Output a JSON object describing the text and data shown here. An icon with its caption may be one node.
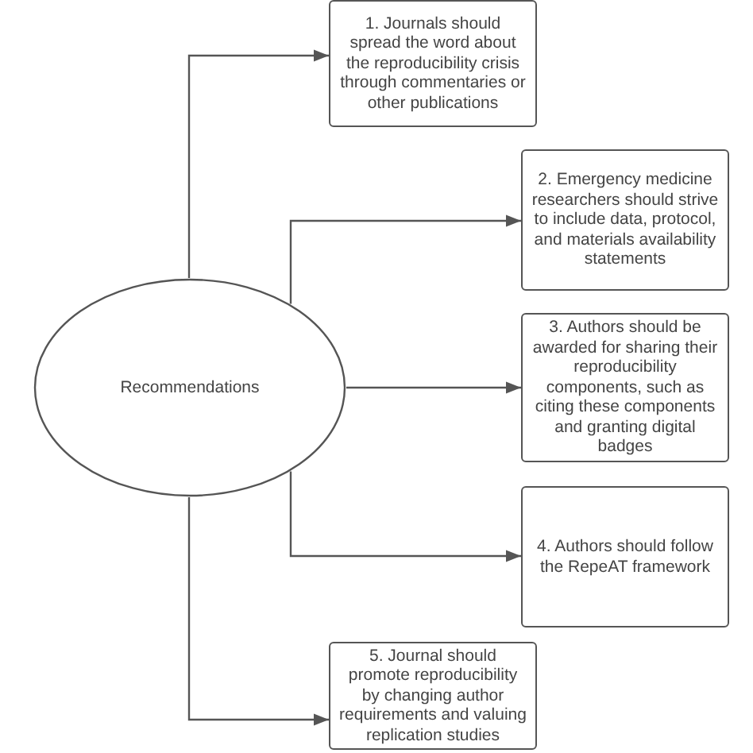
{
  "diagram": {
    "nodes": [
      {
        "text": [
          "Recommendations"
        ]
      },
      {
        "text": [
          "1. Journals should spread the word about the reproducibility crisis through commentaries or other publications"
        ]
      },
      {
        "text": [
          "2. Emergency medicine researchers should strive to include data, protocol, and materials availability statements"
        ]
      },
      {
        "text": [
          "3. Authors should be awarded for sharing their reproducibility components, such as citing these components and granting digital badges"
        ]
      },
      {
        "text": [
          "4. Authors should follow the RepeAT framework"
        ]
      },
      {
        "text": [
          "5. Journal should promote reproducibility by changing author requirements and valuing replication studies"
        ]
      }
    ],
    "edges": [
      {
        "from": 0,
        "to": 1,
        "arrow": "to"
      },
      {
        "from": 0,
        "to": 2,
        "arrow": "to"
      },
      {
        "from": 0,
        "to": 3,
        "arrow": "to"
      },
      {
        "from": 0,
        "to": 4,
        "arrow": "to"
      },
      {
        "from": 0,
        "to": 5,
        "arrow": "to"
      }
    ]
  }
}
